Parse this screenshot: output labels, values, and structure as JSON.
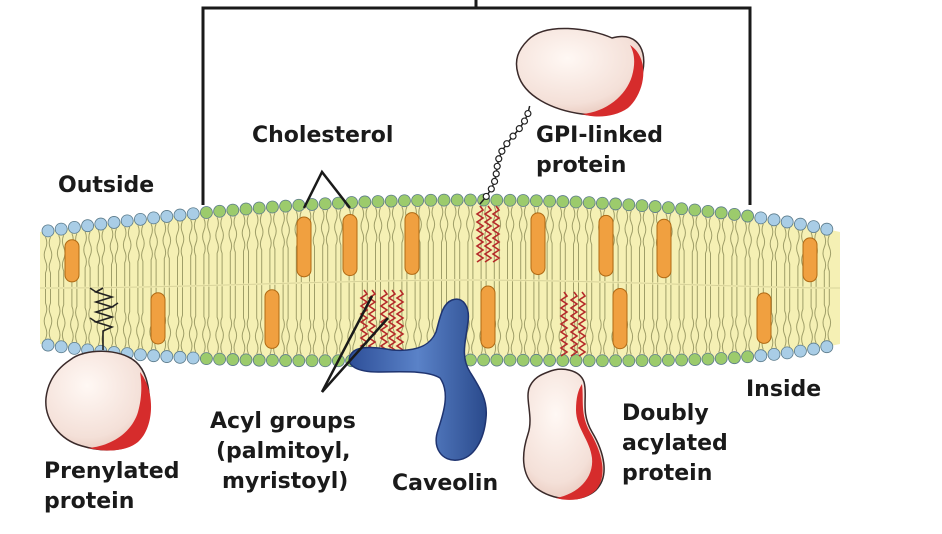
{
  "labels": {
    "outside": "Outside",
    "inside": "Inside",
    "cholesterol": "Cholesterol",
    "gpi_line1": "GPI-linked",
    "gpi_line2": "protein",
    "acyl_line1": "Acyl groups",
    "acyl_line2": "(palmitoyl,",
    "acyl_line3": "myristoyl)",
    "caveolin": "Caveolin",
    "doubly_line1": "Doubly",
    "doubly_line2": "acylated",
    "doubly_line3": "protein",
    "prenylated_line1": "Prenylated",
    "prenylated_line2": "protein"
  },
  "colors": {
    "headgroup_blue": "#a9cde6",
    "headgroup_green": "#9ccb6c",
    "tail_yellow": "#f5f0b4",
    "cholesterol_orange": "#f0a040",
    "protein_body": "#f6e6df",
    "protein_red": "#d62c2c",
    "caveolin_blue": "#3a5ea8",
    "acyl_red": "#b52a2a"
  }
}
